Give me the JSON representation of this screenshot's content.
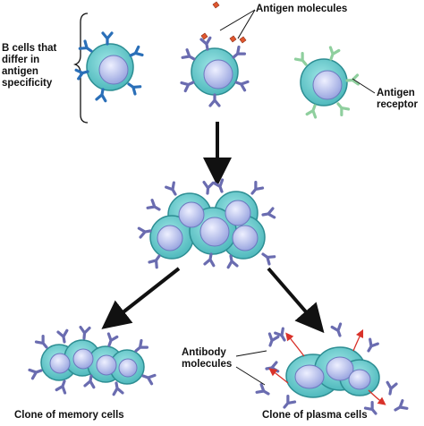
{
  "labels": {
    "b_cells": "B cells that\ndiffer in\nantigen\nspecificity",
    "antigen_molecules": "Antigen molecules",
    "antigen_receptor": "Antigen\nreceptor",
    "antibody_molecules": "Antibody\nmolecules",
    "memory_clone": "Clone of memory cells",
    "plasma_clone": "Clone of plasma cells"
  },
  "colors": {
    "cell_fill": "#5fc9c9",
    "cell_stroke": "#2d8e93",
    "nucleus": "#b9c3ee",
    "receptor_blue": "#2a6fb8",
    "receptor_purple": "#6a6cb0",
    "receptor_green": "#8fcf9e",
    "antigen": "#e0572e",
    "arrow": "#111111",
    "secretion_arrow": "#d9322a"
  }
}
